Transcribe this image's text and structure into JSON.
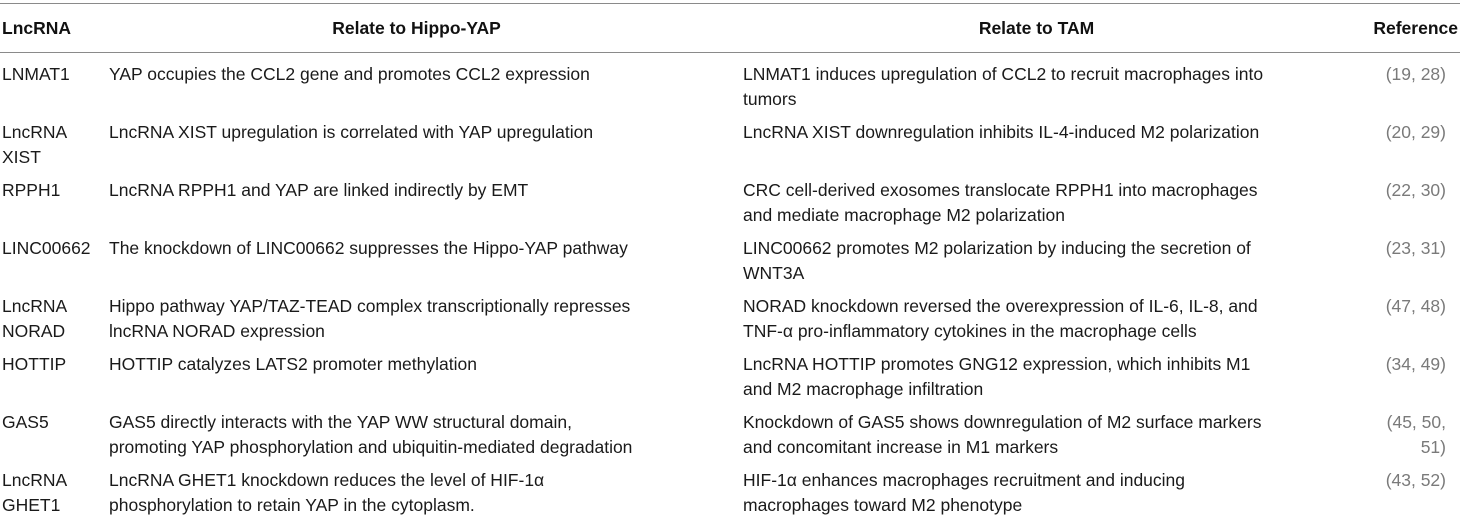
{
  "table": {
    "headers": {
      "lncrna": "LncRNA",
      "hippo": "Relate to Hippo-YAP",
      "tam": "Relate to TAM",
      "reference": "Reference"
    },
    "rows": [
      {
        "lncrna": [
          "LNMAT1"
        ],
        "hippo": [
          "YAP occupies the CCL2 gene and promotes CCL2 expression"
        ],
        "tam": [
          "LNMAT1 induces upregulation of CCL2 to recruit macrophages into",
          "tumors"
        ],
        "ref": [
          "(19, 28)"
        ]
      },
      {
        "lncrna": [
          "LncRNA",
          "XIST"
        ],
        "hippo": [
          "LncRNA XIST upregulation is correlated with YAP upregulation"
        ],
        "tam": [
          "LncRNA XIST downregulation inhibits IL-4-induced M2 polarization"
        ],
        "ref": [
          "(20, 29)"
        ]
      },
      {
        "lncrna": [
          "RPPH1"
        ],
        "hippo": [
          "LncRNA RPPH1 and YAP are linked indirectly by EMT"
        ],
        "tam": [
          "CRC cell-derived exosomes translocate RPPH1 into macrophages",
          "and mediate macrophage M2 polarization"
        ],
        "ref": [
          "(22, 30)"
        ]
      },
      {
        "lncrna": [
          "LINC00662"
        ],
        "hippo": [
          "The knockdown of LINC00662 suppresses the Hippo-YAP pathway"
        ],
        "tam": [
          "LINC00662 promotes M2 polarization by inducing the secretion of",
          "WNT3A"
        ],
        "ref": [
          "(23, 31)"
        ]
      },
      {
        "lncrna": [
          "LncRNA",
          "NORAD"
        ],
        "hippo": [
          "Hippo pathway YAP/TAZ-TEAD complex transcriptionally represses",
          "lncRNA NORAD expression"
        ],
        "tam": [
          "NORAD knockdown reversed the overexpression of IL-6, IL-8, and",
          "TNF-α pro-inflammatory cytokines in the macrophage cells"
        ],
        "ref": [
          "(47, 48)"
        ]
      },
      {
        "lncrna": [
          "HOTTIP"
        ],
        "hippo": [
          "HOTTIP catalyzes LATS2 promoter methylation"
        ],
        "tam": [
          "LncRNA HOTTIP promotes GNG12 expression, which inhibits M1",
          "and M2 macrophage infiltration"
        ],
        "ref": [
          "(34, 49)"
        ]
      },
      {
        "lncrna": [
          "GAS5"
        ],
        "hippo": [
          "GAS5 directly interacts with the YAP WW structural domain,",
          "promoting YAP phosphorylation and ubiquitin-mediated degradation"
        ],
        "tam": [
          "Knockdown of GAS5 shows downregulation of M2 surface markers",
          "and concomitant increase in M1 markers"
        ],
        "ref": [
          "(45, 50,",
          "51)"
        ]
      },
      {
        "lncrna": [
          "LncRNA",
          "GHET1"
        ],
        "hippo": [
          "LncRNA GHET1 knockdown reduces the level of HIF-1α",
          "phosphorylation to retain YAP in the cytoplasm."
        ],
        "tam": [
          "HIF-1α enhances macrophages recruitment and inducing",
          "macrophages toward M2 phenotype"
        ],
        "ref": [
          "(43, 52)"
        ]
      }
    ]
  },
  "colors": {
    "rule": "#8a8a8a",
    "text": "#1a1a1a",
    "reference_text": "#7a7a7a"
  }
}
